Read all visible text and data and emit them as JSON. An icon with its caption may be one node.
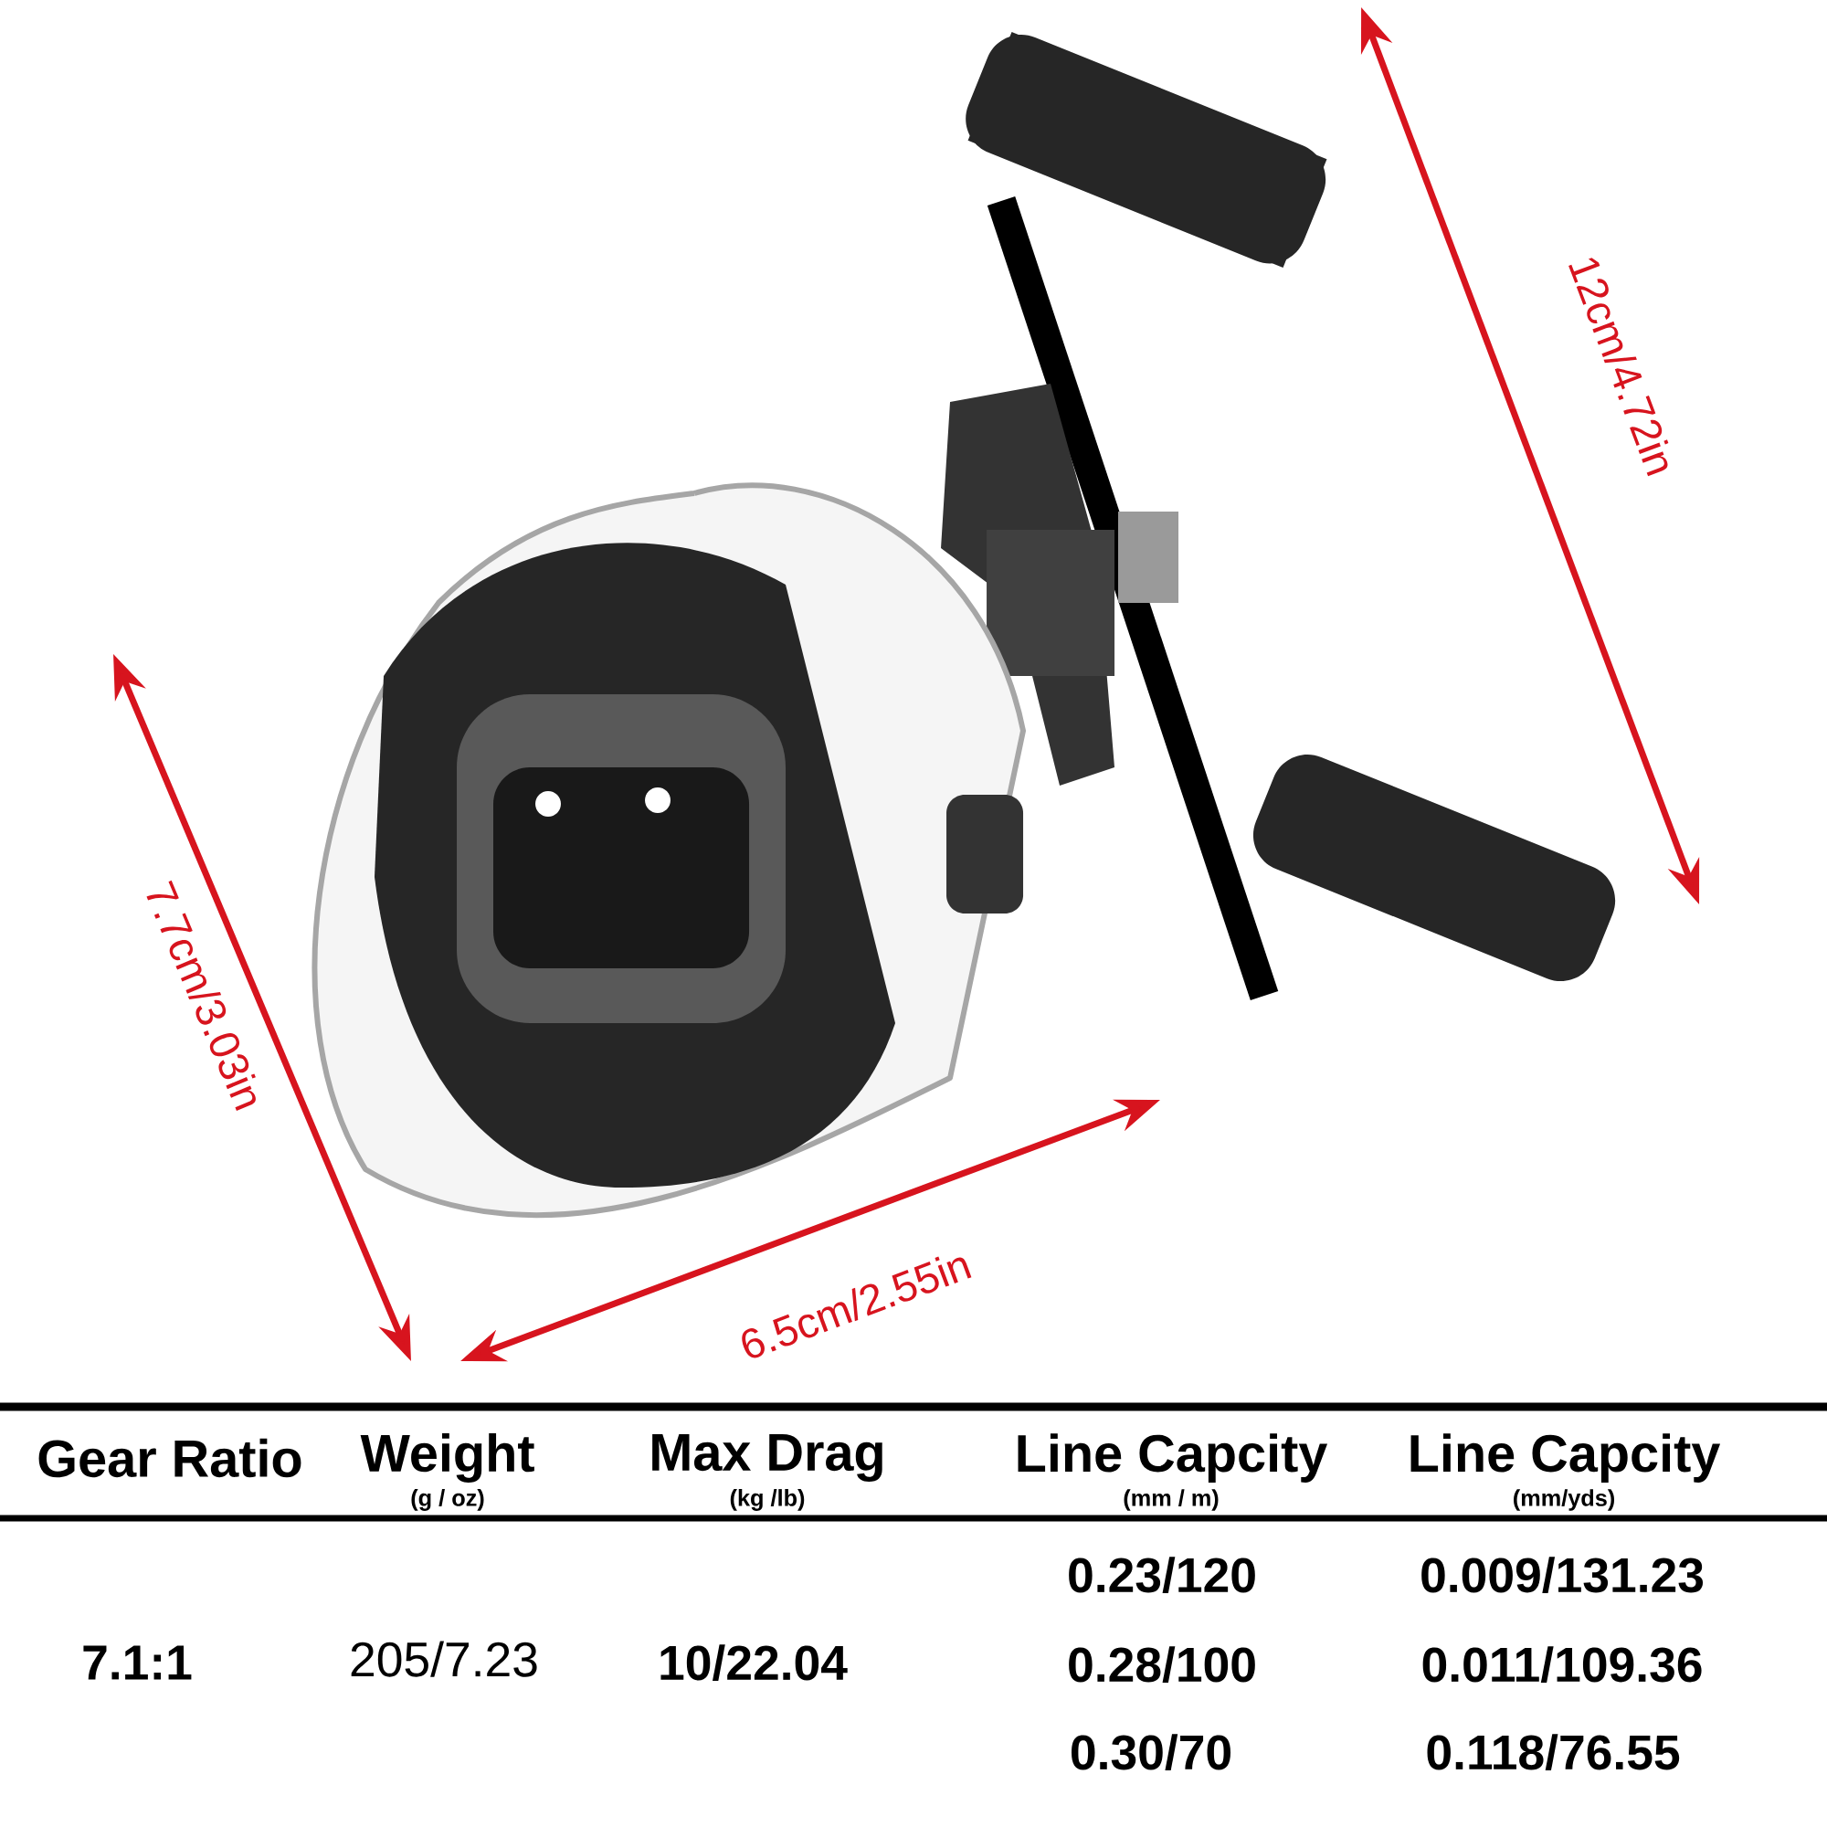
{
  "diagram": {
    "labels": [
      "12cm/4.72in",
      "7.7cm/3.03in",
      "6.5cm/2.55in",
      "Gear Ratio",
      "Weight",
      "(g / oz)",
      "Max Drag",
      "(kg /lb)",
      "Line Capcity",
      "(mm / m)",
      "Line Capcity",
      "(mm/yds)",
      "0.23/120",
      "0.009/131.23",
      "7.1:1",
      "205/7.23",
      "10/22.04",
      "0.28/100",
      "0.011/109.36",
      "0.30/70",
      "0.118/76.55"
    ]
  }
}
